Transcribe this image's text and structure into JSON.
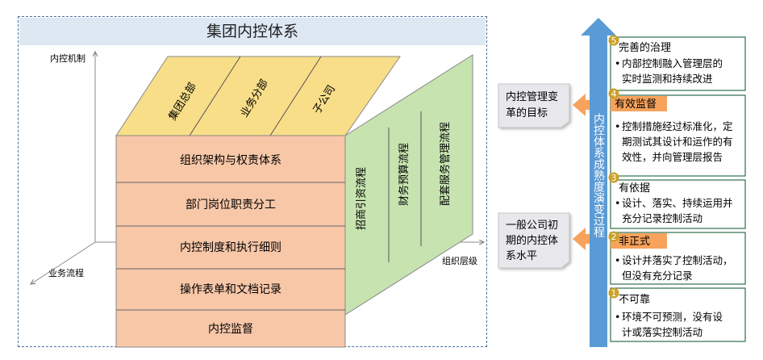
{
  "title": "集团内控体系",
  "axes": {
    "y": "内控机制",
    "x": "组织层级",
    "z": "业务流程"
  },
  "top_face": [
    "集团总部",
    "业务分部",
    "子公司"
  ],
  "front_layers": [
    "组织架构与权责体系",
    "部门岗位职责分工",
    "内控制度和执行细则",
    "操作表单和文档记录",
    "内控监督"
  ],
  "side_processes": [
    "招商引资流程",
    "财务预算流程",
    "配套服务管理流程"
  ],
  "goal_labels": {
    "top": [
      "内控管理变",
      "革的目标"
    ],
    "bottom": [
      "一般公司初",
      "期的内控体",
      "系水平"
    ]
  },
  "arrow_label": "内控体系成熟度演变过程",
  "stages": [
    {
      "num": "5",
      "title": "完善的治理",
      "desc": [
        "内部控制融入管理层的",
        "实时监测和持续改进"
      ]
    },
    {
      "num": "4",
      "title": "有效监督",
      "desc": [
        "控制措施经过标准化，定",
        "期测试其设计和运作的有",
        "效性，并向管理层报告"
      ]
    },
    {
      "num": "3",
      "title": "有依据",
      "desc": [
        "设计、落实、持续运用并",
        "充分记录控制活动"
      ]
    },
    {
      "num": "2",
      "title": "非正式",
      "desc": [
        "设计并落实了控制活动，",
        "但没有充分记录"
      ]
    },
    {
      "num": "1",
      "title": "不可靠",
      "desc": [
        "环境不可预测，没有设",
        "计或落实控制活动"
      ]
    }
  ],
  "colors": {
    "top_face": "#f8de88",
    "front_face": "#f8c7a8",
    "side_face": "#c7e3b0",
    "arrow": "#5b9bd5",
    "badge": "#c9a227",
    "orange": "#f7a35c",
    "goal_bg": "#e8e8ec"
  }
}
